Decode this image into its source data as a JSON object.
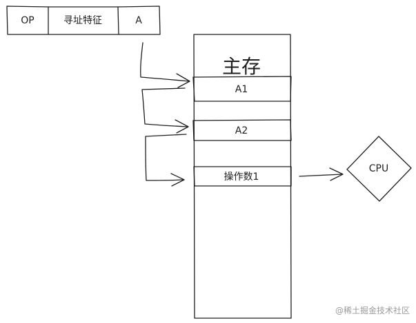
{
  "instruction": {
    "op_label": "OP",
    "mode_label": "寻址特征",
    "addr_label": "A"
  },
  "memory": {
    "title": "主存",
    "cell_a1": "A1",
    "cell_a2": "A2",
    "cell_operand": "操作数1"
  },
  "cpu": {
    "label": "CPU"
  },
  "watermark": "@稀土掘金技术社区"
}
